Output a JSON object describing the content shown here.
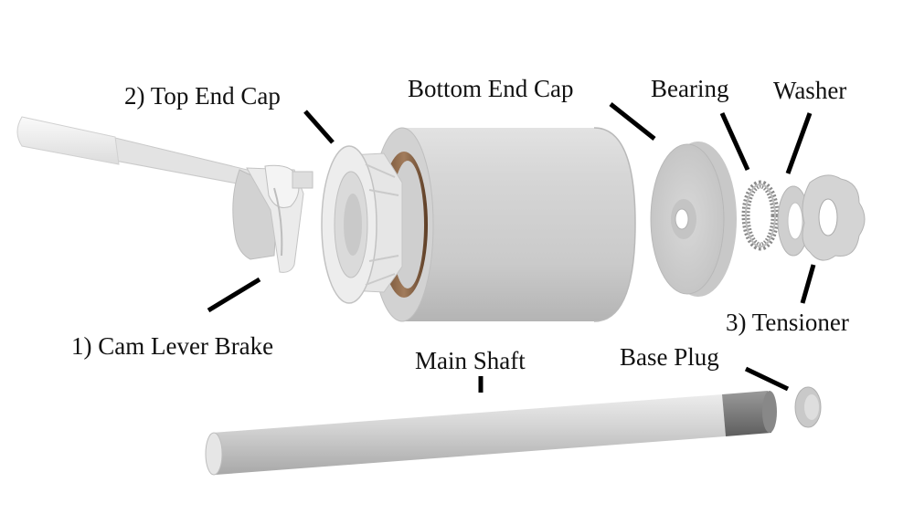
{
  "labels": {
    "top_end_cap": "2) Top End Cap",
    "bottom_end_cap": "Bottom End Cap",
    "bearing": "Bearing",
    "washer": "Washer",
    "cam_lever_brake": "1) Cam Lever Brake",
    "tensioner": "3) Tensioner",
    "main_shaft": "Main Shaft",
    "base_plug": "Base Plug"
  }
}
